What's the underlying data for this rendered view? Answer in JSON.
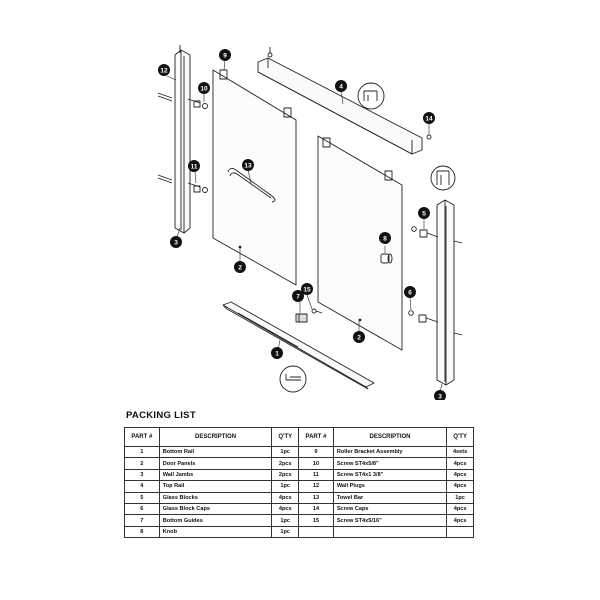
{
  "diagram": {
    "callouts": [
      "1",
      "2",
      "2",
      "3",
      "3",
      "4",
      "5",
      "6",
      "7",
      "8",
      "9",
      "10",
      "11",
      "12",
      "13",
      "14",
      "15"
    ]
  },
  "packing_list": {
    "title": "PACKING LIST",
    "headers": {
      "part": "PART #",
      "description": "DESCRIPTION",
      "qty": "Q'TY"
    },
    "rows": [
      {
        "left": {
          "part": "1",
          "description": "Bottom Rail",
          "qty": "1pc"
        },
        "right": {
          "part": "9",
          "description": "Roller Bracket Assembly",
          "qty": "4sets"
        }
      },
      {
        "left": {
          "part": "2",
          "description": "Door Panels",
          "qty": "2pcs"
        },
        "right": {
          "part": "10",
          "description": "Screw ST4x5/8\"",
          "qty": "4pcs"
        }
      },
      {
        "left": {
          "part": "3",
          "description": "Wall Jambs",
          "qty": "2pcs"
        },
        "right": {
          "part": "11",
          "description": "Screw ST4x1 3/8\"",
          "qty": "4pcs"
        }
      },
      {
        "left": {
          "part": "4",
          "description": "Top Rail",
          "qty": "1pc"
        },
        "right": {
          "part": "12",
          "description": "Wall Plugs",
          "qty": "4pcs"
        }
      },
      {
        "left": {
          "part": "5",
          "description": "Glass Blocks",
          "qty": "4pcs"
        },
        "right": {
          "part": "13",
          "description": "Towel Bar",
          "qty": "1pc"
        }
      },
      {
        "left": {
          "part": "6",
          "description": "Glass Block Caps",
          "qty": "4pcs"
        },
        "right": {
          "part": "14",
          "description": "Screw Caps",
          "qty": "4pcs"
        }
      },
      {
        "left": {
          "part": "7",
          "description": "Bottom Guides",
          "qty": "1pc"
        },
        "right": {
          "part": "15",
          "description": "Screw ST4x5/16\"",
          "qty": "4pcs"
        }
      },
      {
        "left": {
          "part": "8",
          "description": "Knob",
          "qty": "1pc"
        },
        "right": {
          "part": "",
          "description": "",
          "qty": ""
        }
      }
    ]
  }
}
